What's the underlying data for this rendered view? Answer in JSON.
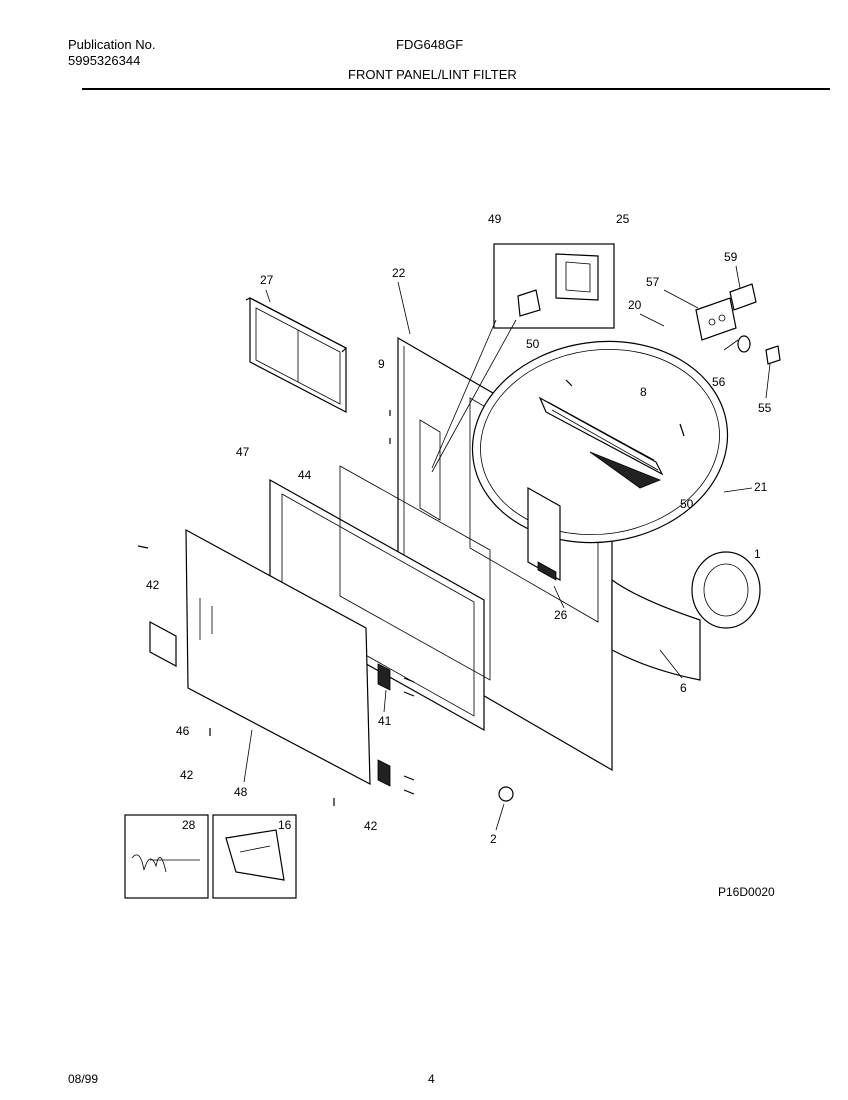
{
  "header": {
    "publication_label": "Publication No.",
    "publication_number": "5995326344",
    "model": "FDG648GF",
    "section_title": "FRONT PANEL/LINT FILTER"
  },
  "diagram": {
    "reference_code": "P16D0020",
    "callouts": {
      "c1": "1",
      "c2": "2",
      "c6": "6",
      "c8": "8",
      "c9": "9",
      "c16": "16",
      "c20": "20",
      "c21": "21",
      "c22": "22",
      "c25": "25",
      "c26": "26",
      "c27": "27",
      "c28": "28",
      "c41": "41",
      "c42a": "42",
      "c42b": "42",
      "c42c": "42",
      "c44": "44",
      "c46": "46",
      "c47": "47",
      "c48": "48",
      "c49": "49",
      "c50a": "50",
      "c50b": "50",
      "c55": "55",
      "c56": "56",
      "c57": "57",
      "c59": "59"
    }
  },
  "footer": {
    "date": "08/99",
    "page": "4"
  }
}
